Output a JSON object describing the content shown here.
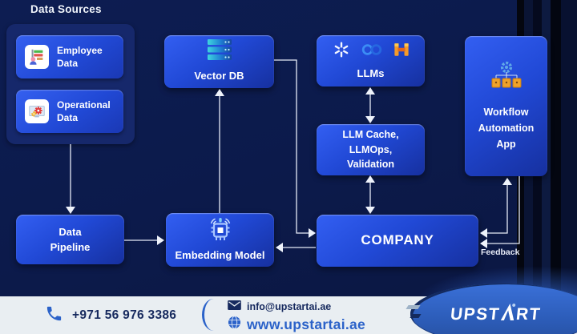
{
  "colors": {
    "background": "#0c1a4a",
    "node_blue_light": "#335ff2",
    "node_blue_dark": "#16309f",
    "container_navy": "#16286b",
    "arrow": "#e8ecf8",
    "footer_bg": "#e9eef2",
    "navy_text": "#16295e",
    "link_blue": "#2b62c9",
    "logo_ellipse_blue": "#2f63c4",
    "huggingface_orange": "#f59b2a",
    "meta_blue": "#3b8df5"
  },
  "diagram": {
    "sources_title": "Data Sources",
    "nodes": {
      "employee": {
        "label": "Employee\nData"
      },
      "operational": {
        "label": "Operational\nData"
      },
      "vector_db": {
        "label": "Vector DB"
      },
      "llms": {
        "label": "LLMs"
      },
      "workflow_app": {
        "label": "Workflow\nAutomation\nApp"
      },
      "llm_cache": {
        "label": "LLM Cache,\nLLMOps,\nValidation"
      },
      "data_pipeline": {
        "label": "Data\nPipeline"
      },
      "embedding": {
        "label": "Embedding Model"
      },
      "company": {
        "label": "COMPANY"
      }
    },
    "edge_labels": {
      "feedback": "Feedback"
    },
    "llm_logos": [
      "openai-logo",
      "meta-logo",
      "huggingface-logo"
    ]
  },
  "footer": {
    "phone": "+971 56 976 3386",
    "email": "info@upstartai.ae",
    "website": "www.upstartai.ae",
    "logo": {
      "left": "UPST",
      "right": "RT"
    }
  }
}
